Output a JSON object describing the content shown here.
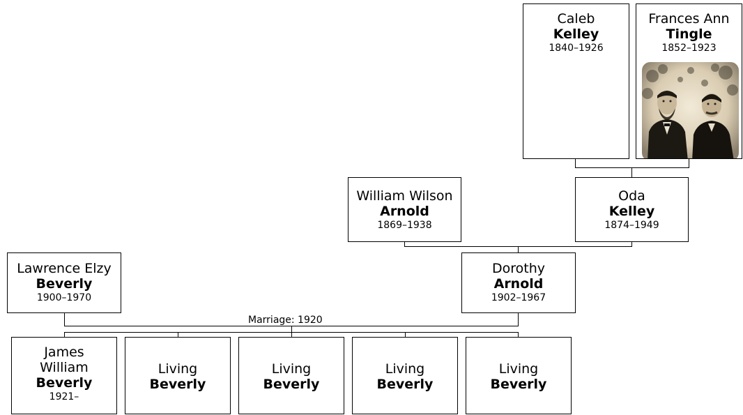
{
  "people": {
    "caleb": {
      "given": "Caleb",
      "surname": "Kelley",
      "dates": "1840–1926"
    },
    "frances": {
      "given": "Frances Ann",
      "surname": "Tingle",
      "dates": "1852–1923"
    },
    "william": {
      "given": "William Wilson",
      "surname": "Arnold",
      "dates": "1869–1938"
    },
    "oda": {
      "given": "Oda",
      "surname": "Kelley",
      "dates": "1874–1949"
    },
    "lawrence": {
      "given": "Lawrence Elzy",
      "surname": "Beverly",
      "dates": "1900–1970"
    },
    "dorothy": {
      "given": "Dorothy",
      "surname": "Arnold",
      "dates": "1902–1967"
    },
    "james": {
      "given_line1": "James",
      "given_line2": "William",
      "surname": "Beverly",
      "dates": "1921–"
    },
    "living1": {
      "given": "Living",
      "surname": "Beverly"
    },
    "living2": {
      "given": "Living",
      "surname": "Beverly"
    },
    "living3": {
      "given": "Living",
      "surname": "Beverly"
    },
    "living4": {
      "given": "Living",
      "surname": "Beverly"
    }
  },
  "marriage_label": "Marriage: 1920",
  "colors": {
    "border": "#000000",
    "background": "#ffffff",
    "photo_tone": "#efe6d3"
  }
}
